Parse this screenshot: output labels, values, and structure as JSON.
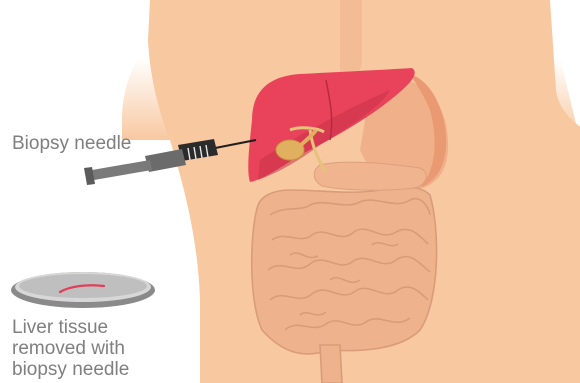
{
  "labels": {
    "biopsy_needle": "Biopsy needle",
    "tissue_removed": [
      "Liver tissue",
      "removed with",
      "biopsy needle"
    ]
  },
  "colors": {
    "skin": "#f8c8a0",
    "liver": "#e8435a",
    "liver_dark": "#b52a3e",
    "intestine": "#eeb38c",
    "intestine_line": "#d99c79",
    "stomach": "#e99a72",
    "gallbladder": "#e0b060",
    "needle_body": "#6b6b6b",
    "dish": "#8a8a8a",
    "tissue_sample": "#e0405a",
    "label_text": "#7f7f7f"
  }
}
